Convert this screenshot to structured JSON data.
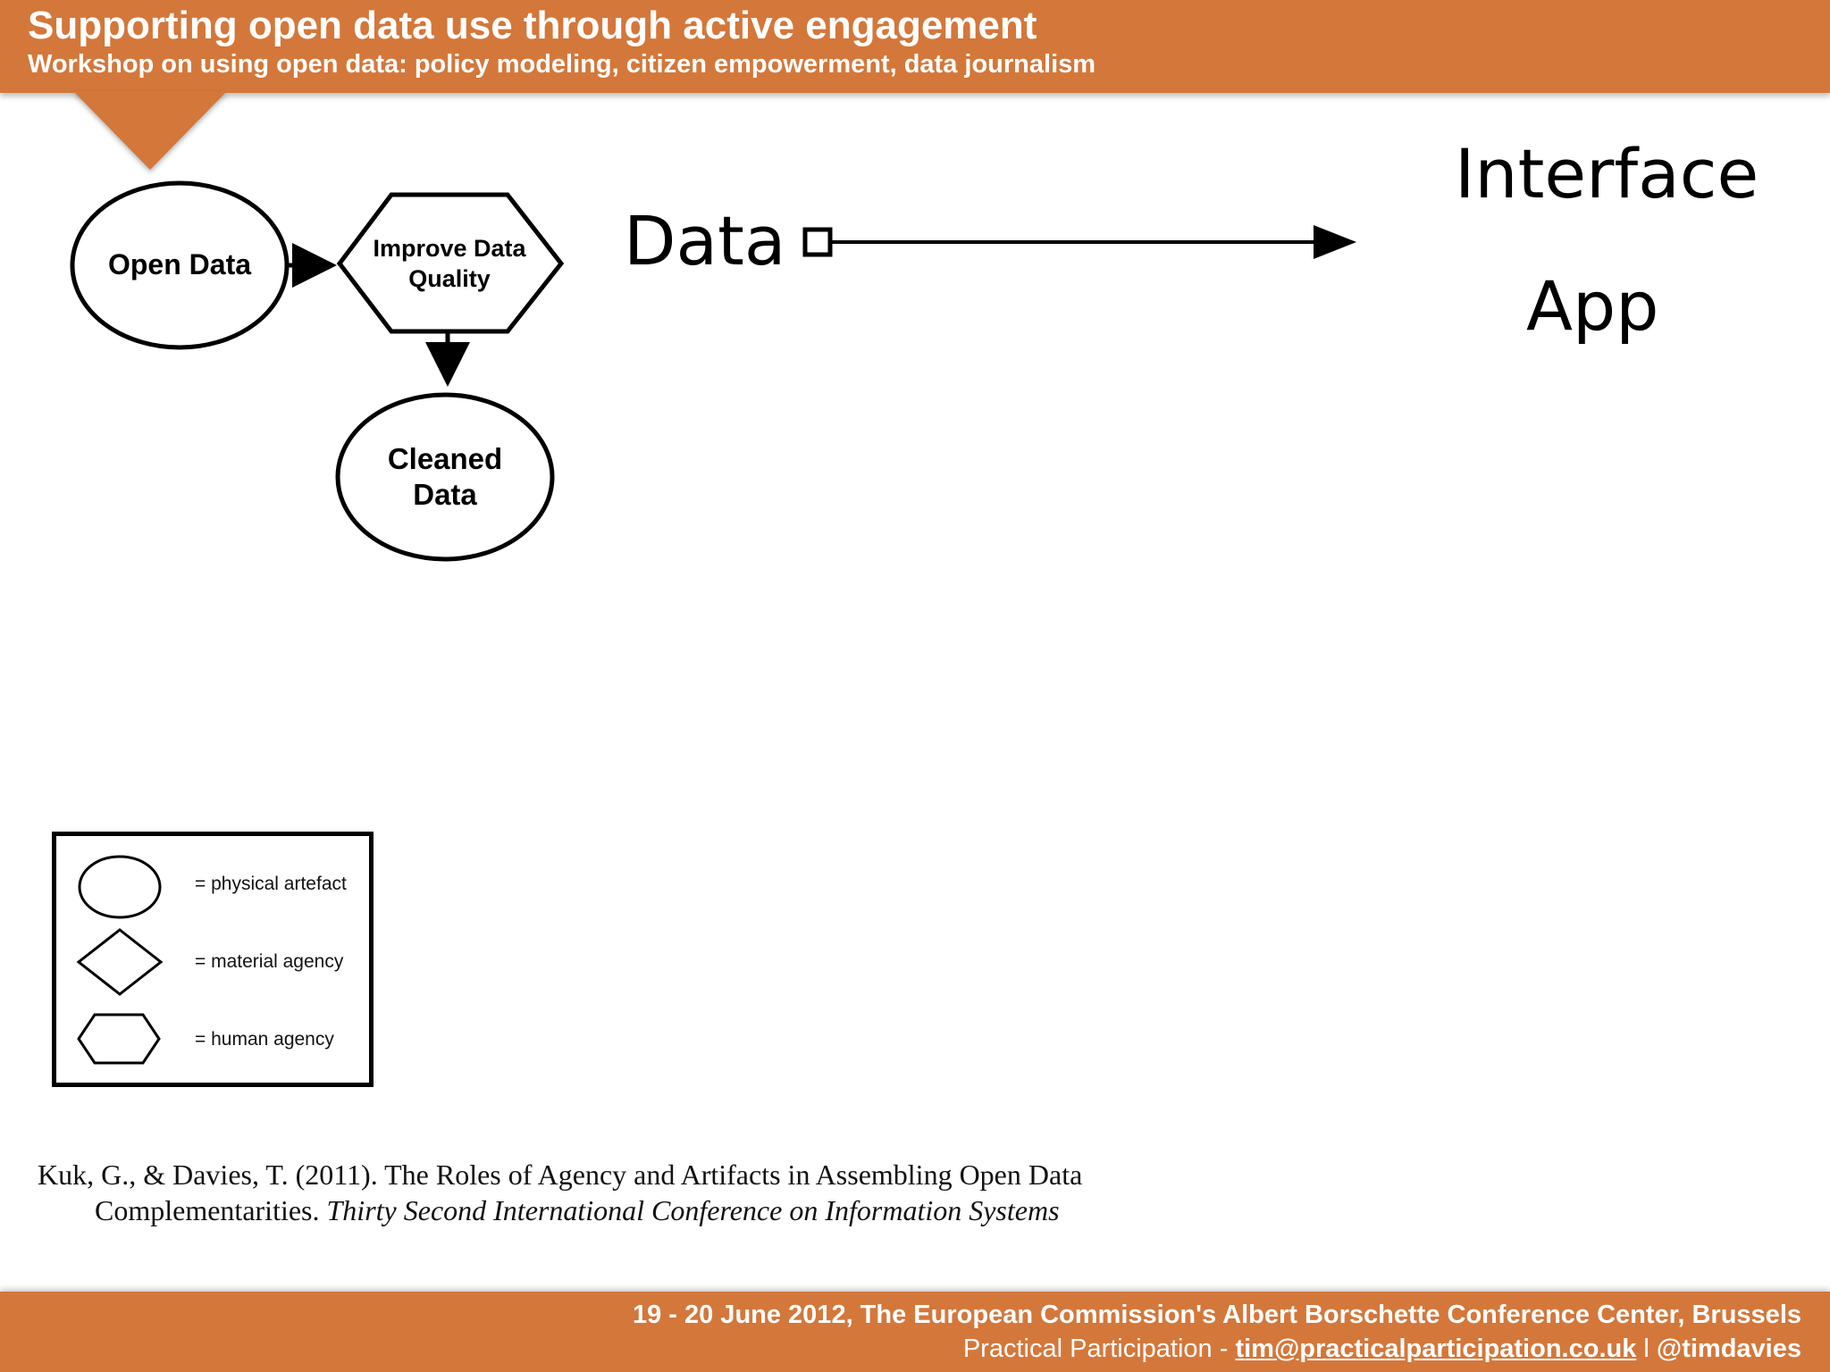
{
  "header": {
    "title": "Supporting open data use through active engagement",
    "subtitle": "Workshop on using open data: policy modeling, citizen empowerment, data journalism"
  },
  "diagram": {
    "nodes": {
      "open_data": "Open Data",
      "improve_quality_line1": "Improve Data",
      "improve_quality_line2": "Quality",
      "cleaned_line1": "Cleaned",
      "cleaned_line2": "Data"
    },
    "data_label": "Data",
    "interface_label": "Interface",
    "app_label": "App"
  },
  "legend": {
    "items": [
      {
        "shape": "ellipse",
        "label": "= physical artefact"
      },
      {
        "shape": "diamond",
        "label": "= material agency"
      },
      {
        "shape": "hexagon",
        "label": "= human agency"
      }
    ]
  },
  "citation": {
    "plain": "Kuk, G., & Davies, T. (2011). The Roles of Agency and Artifacts in Assembling Open Data Complementarities. ",
    "italic": "Thirty Second International Conference on Information Systems"
  },
  "footer": {
    "line1": "19 - 20 June 2012, The European Commission's Albert Borschette Conference Center, Brussels",
    "org": "Practical Participation - ",
    "email": "tim@practicalparticipation.co.uk",
    "separator": " l ",
    "handle": "@timdavies"
  },
  "colors": {
    "accent": "#d4773a"
  }
}
